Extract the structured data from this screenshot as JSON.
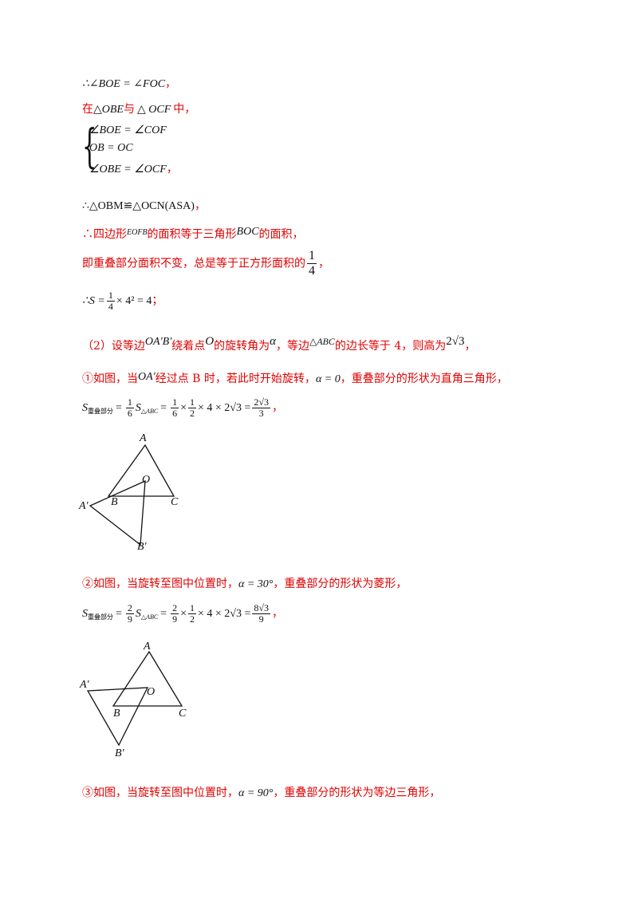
{
  "lines": {
    "l1": "∴∠BOE = ∠FOC",
    "l1_tail": "，",
    "l2_pre": "在",
    "l2_t1": "△OBE",
    "l2_mid": "与",
    "l2_t2": "△ OCF",
    "l2_post": "中，",
    "sys_r1": "∠BOE = ∠COF",
    "sys_r2": "OB = OC",
    "sys_r3": "∠OBE = ∠OCF",
    "sys_tail": "，",
    "l3": "∴△OBM≌△OCN(ASA)",
    "l3_tail": "，",
    "l4_pre": "∴四边形",
    "l4_q": "EOFB",
    "l4_mid": "的面积等于三角形",
    "l4_t": "BOC",
    "l4_post": "的面积，",
    "l5_pre": "即重叠部分面积不变，总是等于正方形面积的",
    "l5_num": "1",
    "l5_den": "4",
    "l5_post": "，",
    "l6_pre": "∴S =",
    "l6_num": "1",
    "l6_den": "4",
    "l6_post": "× 4² = 4",
    "l6_tail": "；",
    "p2_a": "（2）设等边",
    "p2_t": "OA′B′",
    "p2_b": "绕着点",
    "p2_o": "O",
    "p2_c": "的旋转角为",
    "p2_alpha": "α",
    "p2_d": "，等边",
    "p2_abc": "△ABC",
    "p2_e": "的边长等于 4，则高为",
    "p2_h": "2√3",
    "p2_f": "，",
    "c1_a": "①如图，当",
    "c1_oa": "OA′",
    "c1_b": "经过点 B 时，若此时开始旋转，",
    "c1_eq": "α = 0",
    "c1_c": "，重叠部分的形状为直角三角形，",
    "f1_s": "S",
    "f1_sub": "重叠部分",
    "f1_eq1": "=",
    "f1_n1": "1",
    "f1_d1": "6",
    "f1_s2": "S",
    "f1_sub2": "△ABC",
    "f1_eq2": "=",
    "f1_n2": "1",
    "f1_d2": "6",
    "f1_x1": "×",
    "f1_n3": "1",
    "f1_d3": "2",
    "f1_x2": "× 4 × 2√3 =",
    "f1_n4": "2√3",
    "f1_d4": "3",
    "f1_tail": "，",
    "c2_a": "②如图，当旋转至图中位置时，",
    "c2_eq": "α = 30°",
    "c2_b": "，重叠部分的形状为菱形，",
    "f2_s": "S",
    "f2_sub": "重叠部分",
    "f2_eq1": "=",
    "f2_n1": "2",
    "f2_d1": "9",
    "f2_s2": "S",
    "f2_sub2": "△ABC",
    "f2_eq2": "=",
    "f2_n2": "2",
    "f2_d2": "9",
    "f2_x1": "×",
    "f2_n3": "1",
    "f2_d3": "2",
    "f2_x2": "× 4 × 2√3 =",
    "f2_n4": "8√3",
    "f2_d4": "9",
    "f2_tail": "，",
    "c3_a": "③如图，当旋转至图中位置时，",
    "c3_eq": "α = 90°",
    "c3_b": "，重叠部分的形状为等边三角形，"
  },
  "fig1": {
    "A": "A",
    "O": "O",
    "B": "B",
    "C": "C",
    "A1": "A′",
    "B1": "B′"
  },
  "fig2": {
    "A": "A",
    "O": "O",
    "B": "B",
    "C": "C",
    "A1": "A′",
    "B1": "B′"
  },
  "colors": {
    "text_red": "#e00000",
    "math_black": "#111111"
  }
}
